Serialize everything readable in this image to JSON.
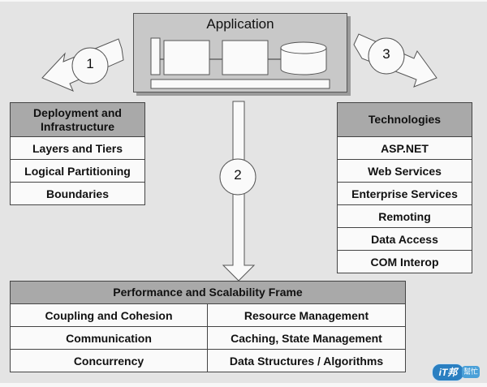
{
  "application": {
    "title": "Application"
  },
  "arrows": [
    {
      "number": "1"
    },
    {
      "number": "2"
    },
    {
      "number": "3"
    }
  ],
  "deployment": {
    "header": "Deployment and Infrastructure",
    "items": [
      "Layers and Tiers",
      "Logical Partitioning",
      "Boundaries"
    ]
  },
  "technologies": {
    "header": "Technologies",
    "items": [
      "ASP.NET",
      "Web Services",
      "Enterprise Services",
      "Remoting",
      "Data Access",
      "COM Interop"
    ]
  },
  "frame": {
    "header": "Performance and Scalability Frame",
    "rows": [
      [
        "Coupling and Cohesion",
        "Resource Management"
      ],
      [
        "Communication",
        "Caching, State Management"
      ],
      [
        "Concurrency",
        "Data Structures / Algorithms"
      ]
    ]
  },
  "watermark": {
    "logo_text": "iT邦",
    "sub_text": "幫忙"
  }
}
